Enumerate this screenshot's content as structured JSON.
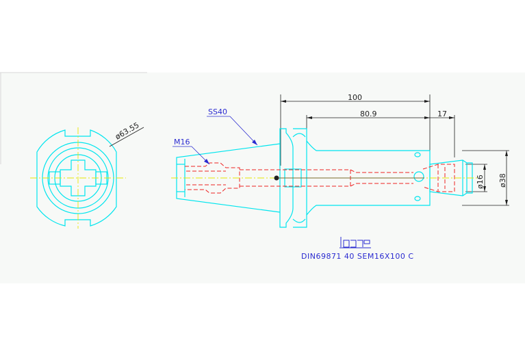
{
  "drawing": {
    "dimensions": {
      "length_total": "100",
      "length_mid": "80.9",
      "length_tip": "17",
      "dia_bore": "ø16",
      "dia_body": "ø38",
      "dia_flange": "ø63.55"
    },
    "callouts": {
      "taper": "SS40",
      "thread": "M16"
    },
    "designation": "DIN69871  40  SEM16X100  C"
  },
  "colors": {
    "outline": "#00e5ee",
    "hidden": "#ee2222",
    "center": "#e6e600",
    "dimension": "#1e1e1e",
    "leader": "#2a2ad0",
    "panel": "#f7f9f7"
  }
}
